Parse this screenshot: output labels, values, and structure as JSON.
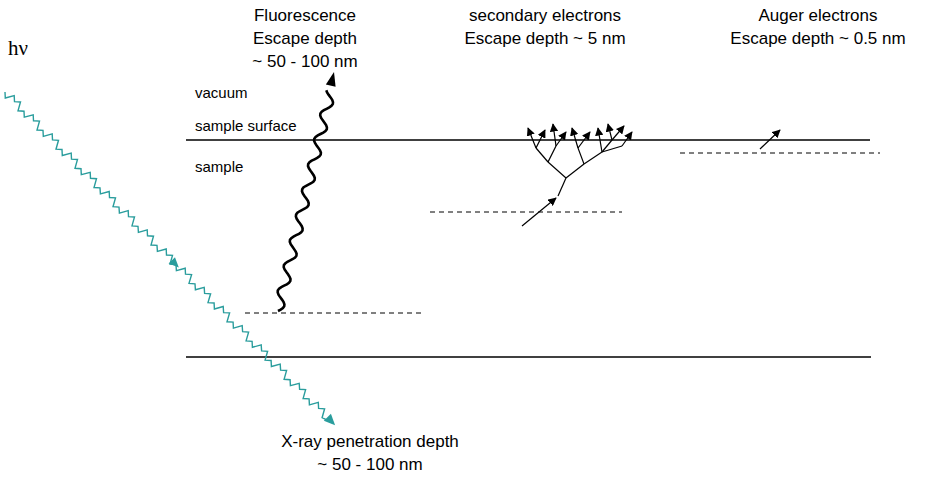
{
  "diagram": {
    "labels": [
      "hν",
      "vacuum",
      "sample surface",
      "sample",
      "Fluorescence",
      "Escape depth",
      "~ 50 - 100 nm",
      "secondary electrons",
      "Escape depth ~ 5 nm",
      "Auger electrons",
      "Escape depth ~ 0.5 nm",
      "X-ray penetration depth",
      "~ 50 - 100 nm"
    ]
  }
}
